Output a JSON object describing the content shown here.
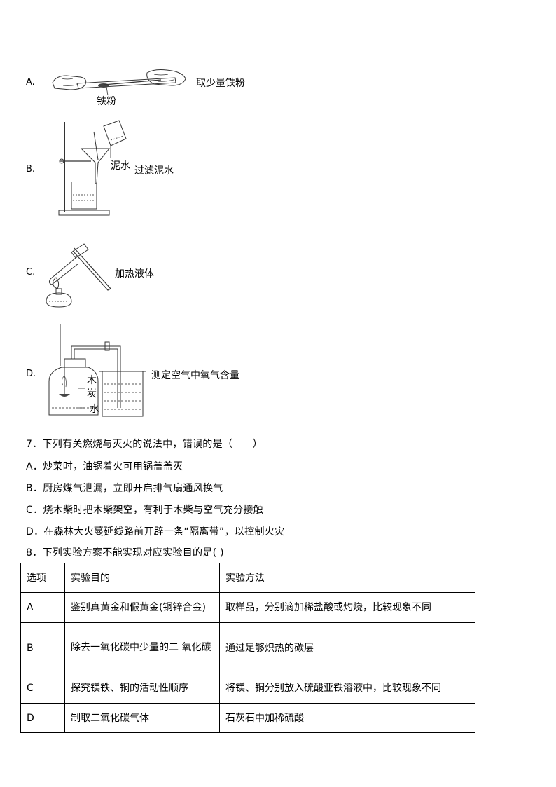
{
  "options": {
    "a": {
      "letter": "A.",
      "label": "铁粉",
      "caption": "取少量铁粉"
    },
    "b": {
      "letter": "B.",
      "label": "泥水",
      "caption": "过滤泥水"
    },
    "c": {
      "letter": "C.",
      "caption": "加热液体"
    },
    "d": {
      "letter": "D.",
      "label_1": "木",
      "label_2": "炭",
      "label_3": "水",
      "caption": "测定空气中氧气含量"
    }
  },
  "q7": {
    "stem": "7．下列有关燃烧与灭火的说法中，错误的是（　　）",
    "choices": [
      "A．炒菜时，油锅着火可用锅盖盖灭",
      "B．厨房煤气泄漏，立即开启排气扇通风换气",
      "C．烧木柴时把木柴架空，有利于木柴与空气充分接触",
      "D．在森林大火蔓延线路前开辟一条“隔离带”，以控制火灾"
    ]
  },
  "q8": {
    "stem": "8．下列实验方案不能实现对应实验目的是(   )",
    "headers": [
      "选项",
      "实验目的",
      "实验方法"
    ],
    "rows": [
      [
        "A",
        "鉴别真黄金和假黄金(铜锌合金)",
        "取样品，分别滴加稀盐酸或灼烧，比较现象不同"
      ],
      [
        "B",
        "除去一氧化碳中少量的二 氧化碳",
        "通过足够炽热的碳层"
      ],
      [
        "C",
        "探究镁铁、铜的活动性顺序",
        "将镁、铜分别放入硫酸亚铁溶液中，比较现象不同"
      ],
      [
        "D",
        "制取二氧化碳气体",
        "石灰石中加稀硫酸"
      ]
    ]
  }
}
